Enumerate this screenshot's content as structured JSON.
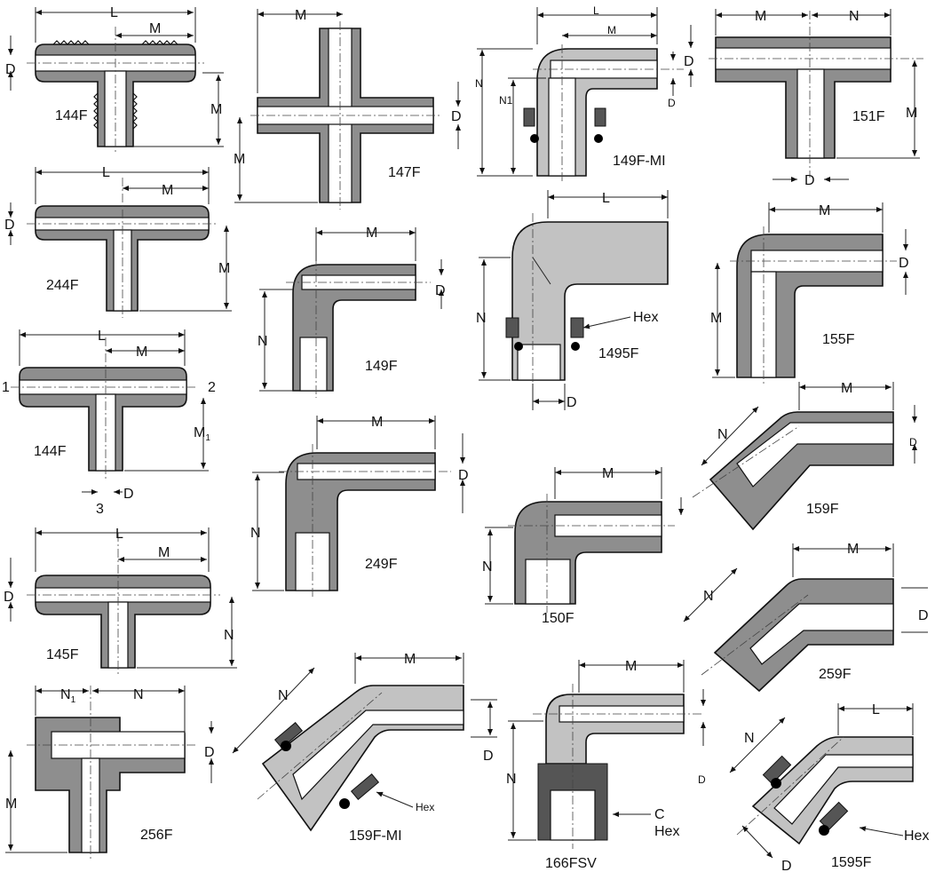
{
  "parts": {
    "p144F_a": "144F",
    "p147F": "147F",
    "p149F_MI": "149F-MI",
    "p151F": "151F",
    "p244F": "244F",
    "p149F": "149F",
    "p1495F": "1495F",
    "p155F": "155F",
    "p144F_b": "144F",
    "p249F": "249F",
    "p159F": "159F",
    "p150F": "150F",
    "p145F": "145F",
    "p259F": "259F",
    "p256F": "256F",
    "p159F_MI": "159F-MI",
    "p166FSV": "166FSV",
    "p1595F": "1595F"
  },
  "dims": {
    "L": "L",
    "M": "M",
    "N": "N",
    "D": "D",
    "N1": "N1",
    "M1_base": "M",
    "M1_sub": "1",
    "N1_base": "N",
    "N1_sub": "1",
    "port1": "1",
    "port2": "2",
    "port3": "3",
    "hex": "Hex",
    "c": "C"
  },
  "colors": {
    "body_dark": "#8e8e8e",
    "body_light": "#c2c2c2",
    "line": "#111111",
    "bore": "#ffffff"
  }
}
